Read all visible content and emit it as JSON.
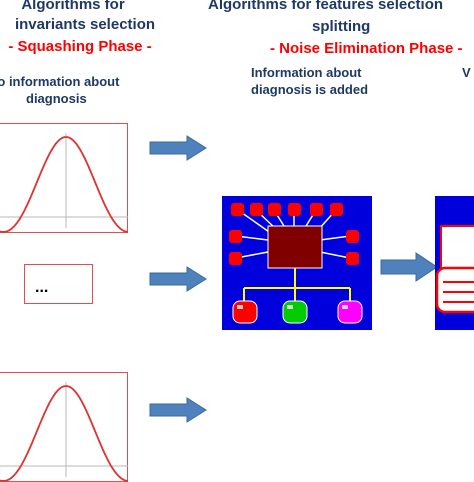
{
  "col1": {
    "title_line1": "Algorithms for",
    "title_line2": "invariants selection",
    "phase": "- Squashing Phase -",
    "note_line1": "No information about",
    "note_line2": "diagnosis"
  },
  "col2": {
    "title_line1": "Algorithms for features selection",
    "title_line2": "splitting",
    "phase": "- Noise Elimination Phase -",
    "note_line1": "Information about",
    "note_line2": "diagnosis  is added"
  },
  "col3": {
    "note_partial": "V"
  },
  "middle_panel_text": "...",
  "colors": {
    "heading": "#1f3864",
    "phase": "#ff0000",
    "panel_border": "#e05050",
    "arrow": "#4f81bd",
    "network_bg": "#0000dd",
    "hub": "#800000",
    "node_red": "#ff0000",
    "node_green": "#00cc00",
    "node_magenta": "#ff00ff",
    "link": "#ffff00"
  }
}
